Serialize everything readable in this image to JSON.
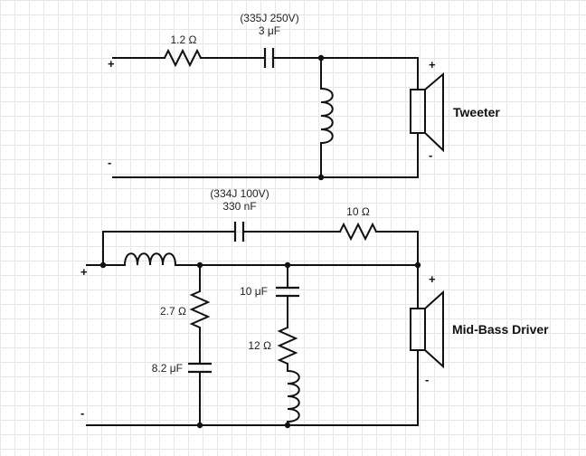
{
  "tweeter_section": {
    "resistor_label": "1.2 Ω",
    "capacitor_part": "(335J 250V)",
    "capacitor_value": "3 μF",
    "input_plus": "+",
    "input_minus": "-",
    "speaker_plus": "+",
    "speaker_minus": "-",
    "speaker_label": "Tweeter"
  },
  "midbass_section": {
    "series_capacitor_part": "(334J 100V)",
    "series_capacitor_value": "330 nF",
    "series_resistor_label": "10 Ω",
    "shunt1_resistor_label": "2.7 Ω",
    "shunt1_capacitor_label": "8.2 μF",
    "shunt2_capacitor_label": "10 μF",
    "shunt2_resistor_label": "12 Ω",
    "input_plus": "+",
    "input_minus": "-",
    "speaker_plus": "+",
    "speaker_minus": "-",
    "speaker_label": "Mid-Bass Driver"
  }
}
